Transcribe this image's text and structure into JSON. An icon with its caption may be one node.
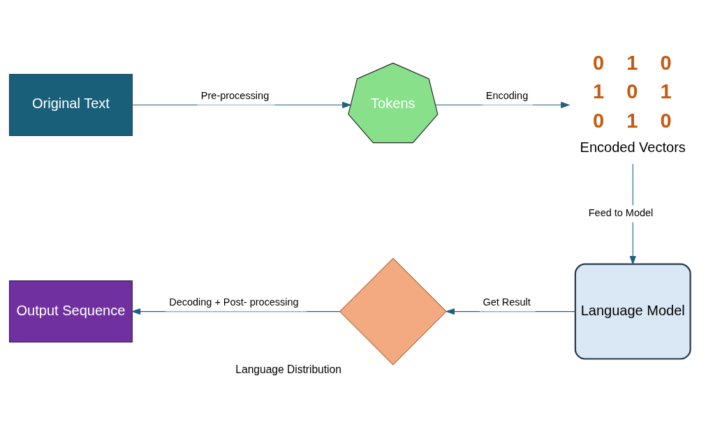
{
  "diagram": {
    "nodes": [
      {
        "text": [
          "Original Text"
        ]
      },
      {
        "text": [
          "Tokens"
        ]
      },
      {
        "text": [
          "0 1 0",
          "1 0 1",
          "0 1 0"
        ],
        "beside": [
          "Encoded Vectors"
        ]
      },
      {
        "text": [
          "Language Model"
        ]
      },
      {
        "text": [],
        "shape": "cross",
        "beside": [
          "Language Distribution"
        ]
      },
      {
        "text": [
          "Output Sequence"
        ]
      }
    ],
    "edges": [
      {
        "from": 0,
        "to": 1,
        "arrow": "to",
        "label": "Pre-processing"
      },
      {
        "from": 1,
        "to": 2,
        "arrow": "to",
        "label": "Encoding"
      },
      {
        "from": 2,
        "to": 3,
        "arrow": "to",
        "label": "Feed to Model"
      },
      {
        "from": 3,
        "to": 4,
        "arrow": "to",
        "label": "Get Result"
      },
      {
        "from": 4,
        "to": 5,
        "arrow": "to",
        "label": "Decoding + Post- processing"
      }
    ]
  }
}
